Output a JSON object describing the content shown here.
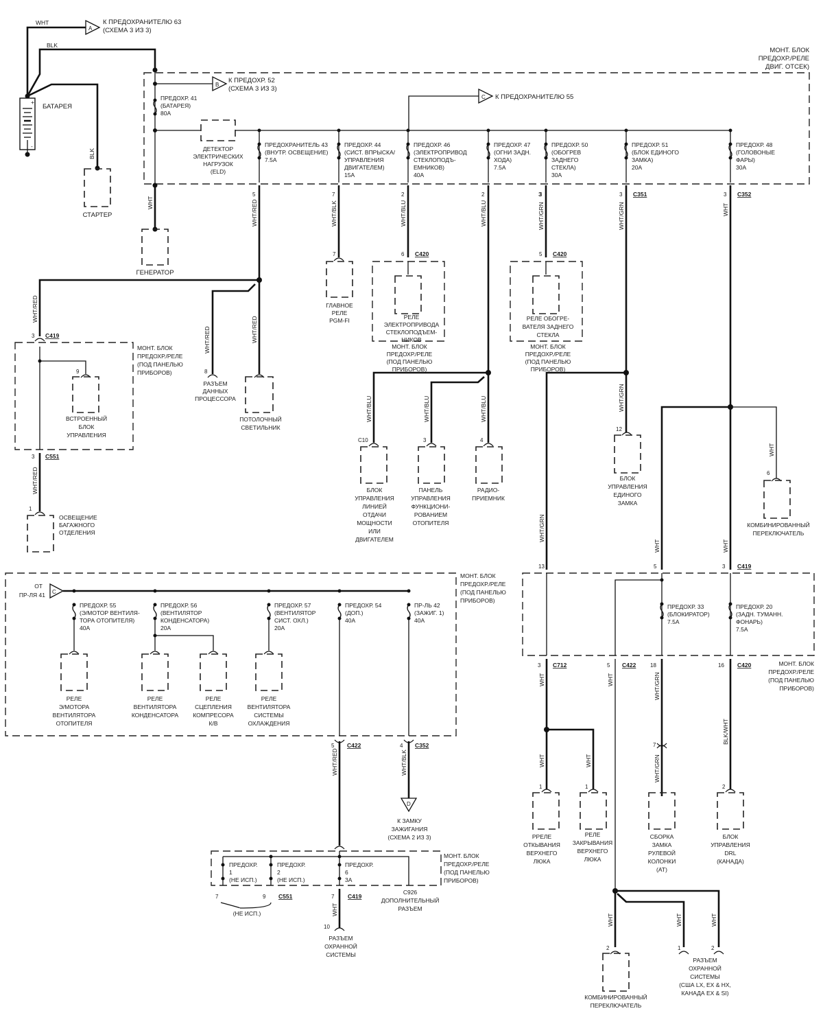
{
  "diagram": {
    "type": "automotive-wiring-schematic",
    "language": "ru"
  },
  "offpage": {
    "A": {
      "letter": "A",
      "line1": "К ПРЕДОХРАНИТЕЛЮ 63",
      "line2": "(СХЕМА 3 ИЗ 3)"
    },
    "B": {
      "letter": "B",
      "line1": "К ПРЕДОХР. 52",
      "line2": "(СХЕМА 3 ИЗ 3)"
    },
    "C_out": {
      "letter": "C",
      "line1": "К ПРЕДОХРАНИТЕЛЮ 55"
    },
    "C_in": {
      "letter": "C",
      "line1": "ОТ",
      "line2": "ПР-ЛЯ 41"
    },
    "D": {
      "letter": "D",
      "line1": "К ЗАМКУ",
      "line2": "ЗАЖИГАНИЯ",
      "line3": "(СХЕМА 2 ИЗ 3)"
    }
  },
  "battery": {
    "label": "БАТАРЕЯ",
    "plus": "+",
    "minus": "-"
  },
  "starter": {
    "label": "СТАРТЕР"
  },
  "generator": {
    "label": "ГЕНЕРАТОР"
  },
  "wire_colors": {
    "wht": "WHT",
    "blk": "BLK",
    "wht_red": "WHT/RED",
    "wht_blk": "WHT/BLK",
    "wht_blu": "WHT/BLU",
    "wht_grn": "WHT/GRN",
    "blk_wht": "BLK/WHT"
  },
  "engine_box": {
    "title": [
      "МОНТ. БЛОК",
      "ПРЕДОХР./РЕЛЕ",
      "ДВИГ. ОТСЕК)"
    ],
    "fuse41": [
      "ПРЕДОХР. 41",
      "(БАТАРЕЯ)",
      "80A"
    ],
    "eld": [
      "ДЕТЕКТОР",
      "ЭЛЕКТРИЧЕСКИХ",
      "НАГРУЗОК",
      "(ELD)"
    ],
    "fuses": [
      {
        "lines": [
          "ПРЕДОХРАНИТЕЛЬ 43",
          "(ВНУТР. ОСВЕЩЕНИЕ)",
          "7.5A"
        ],
        "pin": "5"
      },
      {
        "lines": [
          "ПРЕДОХР. 44",
          "(СИСТ. ВПРЫСКА/",
          "УПРАВЛЕНИЯ",
          "ДВИГАТЕЛЕМ)",
          "15A"
        ],
        "pin": "7"
      },
      {
        "lines": [
          "ПРЕДОХР. 46",
          "(ЭЛЕКТРОПРИВОД",
          "СТЕКЛОПОДЪ-",
          "ЕМНИКОВ)",
          "40A"
        ],
        "pin": "2"
      },
      {
        "lines": [
          "ПРЕДОХР. 47",
          "(ОГНИ ЗАДН.",
          "ХОДА)",
          "7.5A"
        ],
        "pin": "2"
      },
      {
        "lines": [
          "ПРЕДОХР. 50",
          "(ОБОГРЕВ",
          "ЗАДНЕГО",
          "СТЕКЛА)",
          "30A"
        ],
        "pin": "3"
      },
      {
        "lines": [
          "ПРЕДОХР. 51",
          "(БЛОК ЕДИНОГО",
          "ЗАМКА)",
          "20A"
        ],
        "pin": "3",
        "connector": "C351"
      },
      {
        "lines": [
          "ПРЕДОХР. 48",
          "(ГОЛОВОНЫЕ",
          "ФАРЫ)",
          "30A"
        ],
        "pin": "3",
        "connector": "C352"
      }
    ]
  },
  "dash_box_label": [
    "МОНТ. БЛОК",
    "ПРЕДОХР./РЕЛЕ",
    "(ПОД ПАНЕЛЬЮ",
    "ПРИБОРОВ)"
  ],
  "connectors": {
    "c419": "C419",
    "c420": "C420",
    "c551": "C551",
    "c422": "C422",
    "c352": "C352",
    "c712": "C712",
    "c926": "C926",
    "c10": "C10"
  },
  "components": {
    "main_relay": {
      "pin": "7",
      "lines": [
        "ГЛАВНОЕ",
        "РЕЛЕ",
        "PGM-FI"
      ]
    },
    "window_relay": {
      "pin": "6",
      "lines": [
        "РЕЛЕ",
        "ЭЛЕКТРОПРИВОДА",
        "СТЕКЛОПОДЪЕМ-",
        "НИКОВ"
      ]
    },
    "defog_relay": {
      "pin": "5",
      "lines": [
        "РЕЛЕ ОБОГРЕ-",
        "ВАТЕЛЯ ЗАДНЕГО",
        "СТЕКЛА"
      ]
    },
    "integrated_unit": {
      "pin": "9",
      "lines": [
        "ВСТРОЕННЫЙ",
        "БЛОК",
        "УПРАВЛЕНИЯ"
      ]
    },
    "data_link": {
      "pin": "8",
      "lines": [
        "РАЗЪЕМ",
        "ДАННЫХ",
        "ПРОЦЕССОРА"
      ]
    },
    "ceiling_light": {
      "lines": [
        "ПОТОЛОЧНЫЙ",
        "СВЕТИЛЬНИК"
      ]
    },
    "trunk_light": {
      "pin": "1",
      "lines": [
        "ОСВЕЩЕНИЕ",
        "БАГАЖНОГО",
        "ОТДЕЛЕНИЯ"
      ]
    },
    "pcm": {
      "lines": [
        "БЛОК",
        "УПРАВЛЕНИЯ",
        "ЛИНИЕЙ",
        "ОТДАЧИ",
        "МОЩНОСТИ",
        "ИЛИ",
        "ДВИГАТЕЛЕМ"
      ]
    },
    "heater_panel": {
      "pin": "3",
      "lines": [
        "ПАНЕЛЬ",
        "УПРАВЛЕНИЯ",
        "ФУНКЦИОНИ-",
        "РОВАНИЕМ",
        "ОТОПИТЕЛЯ"
      ]
    },
    "radio": {
      "pin": "4",
      "lines": [
        "РАДИО-",
        "ПРИЕМНИК"
      ]
    },
    "lock_unit": {
      "pin": "12",
      "lines": [
        "БЛОК",
        "УПРАВЛЕНИЯ",
        "ЕДИНОГО",
        "ЗАМКА"
      ]
    },
    "combo_switch_1": {
      "pin": "6",
      "lines": [
        "КОМБИНИРОВАННЫЙ",
        "ПЕРЕКЛЮЧАТЕЛЬ"
      ]
    },
    "sunroof_open": {
      "pin": "1",
      "lines": [
        "РРЕЛЕ",
        "ОТКЫВАНИЯ",
        "ВЕРХНЕГО",
        "ЛЮКА"
      ]
    },
    "sunroof_close": {
      "pin": "1",
      "lines": [
        "РЕЛЕ",
        "ЗАКРЫВАНИЯ",
        "ВЕРХНЕГО",
        "ЛЮКА"
      ]
    },
    "steering_lock": {
      "pin": "7",
      "lines": [
        "СБОРКА",
        "ЗАМКА",
        "РУЛЕВОЙ",
        "КОЛОНКИ",
        "(AT)"
      ]
    },
    "drl_unit": {
      "pin": "2",
      "lines": [
        "БЛОК",
        "УПРАВЛЕНИЯ",
        "DRL",
        "(КАНАДА)"
      ]
    },
    "combo_switch_2": {
      "pin": "2",
      "lines": [
        "КОМБИНИРОВАННЫЙ",
        "ПЕРЕКЛЮЧАТЕЛЬ"
      ]
    },
    "security_conn_2": {
      "pins": [
        "1",
        "2"
      ],
      "lines": [
        "РАЗЪЕМ",
        "ОХРАННОЙ",
        "СИСТЕМЫ",
        "(США LX, EX & HX,",
        "КАНАДА EX & SI)"
      ]
    },
    "security_conn_1": {
      "pin": "10",
      "lines": [
        "РАЗЪЕМ",
        "ОХРАННОЙ",
        "СИСТЕМЫ"
      ]
    },
    "aux_conn": {
      "lines": [
        "C926",
        "ДОПОЛНИТЕЛЬНЫЙ",
        "РАЗЪЕМ"
      ]
    }
  },
  "dash_box_right": {
    "pins_top": [
      "13",
      "5",
      "3"
    ],
    "pins_bottom": [
      "3",
      "5",
      "18",
      "16"
    ],
    "fuse33": [
      "ПРЕДОХР. 33",
      "(БЛОКИРАТОР)",
      "7.5A"
    ],
    "fuse20": [
      "ПРЕДОХР. 20",
      "(ЗАДН. ТУМАНН.",
      "ФОНАРЬ)",
      "7.5A"
    ]
  },
  "fan_box": {
    "fuses": [
      {
        "lines": [
          "ПРЕДОХР. 55",
          "(Э/МОТОР ВЕНТИЛЯ-",
          "ТОРА ОТОПИТЕЛЯ)",
          "40A"
        ]
      },
      {
        "lines": [
          "ПРЕДОХР. 56",
          "(ВЕНТИЛЯТОР",
          "КОНДЕНСАТОРА)",
          "20A"
        ]
      },
      {
        "lines": [
          "ПРЕДОХР. 57",
          "(ВЕНТИЛЯТОР",
          "СИСТ. ОХЛ.)",
          "20A"
        ]
      },
      {
        "lines": [
          "ПРЕДОХР. 54",
          "(ДОП.)",
          "40A"
        ]
      },
      {
        "lines": [
          "ПР-ЛЬ 42",
          "(ЗАЖИГ. 1)",
          "40A"
        ]
      }
    ],
    "relays": [
      {
        "lines": [
          "РЕЛЕ",
          "Э/МОТОРА",
          "ВЕНТИЛЯТОРА",
          "ОТОПИТЕЛЯ"
        ]
      },
      {
        "lines": [
          "РЕЛЕ",
          "ВЕНТИЛЯТОРА",
          "КОНДЕНСАТОРА"
        ]
      },
      {
        "lines": [
          "РЕЛЕ",
          "СЦЕПЛЕНИЯ",
          "КОМПРЕСОРА",
          "К/В"
        ]
      },
      {
        "lines": [
          "РЕЛЕ",
          "ВЕНТИЛЯТОРА",
          "СИСТЕМЫ",
          "ОХЛАЖДЕНИЯ"
        ]
      }
    ],
    "pins": [
      "5",
      "4"
    ]
  },
  "small_box": {
    "fuse1": [
      "ПРЕДОХР.",
      "1",
      "(НЕ ИСП.)"
    ],
    "fuse2": [
      "ПРЕДОХР.",
      "2",
      "(НЕ ИСП.)"
    ],
    "fuse6": [
      "ПРЕДОХР.",
      "6",
      "3A"
    ],
    "pins": [
      "7",
      "9",
      "7"
    ],
    "not_used": "(НЕ ИСП.)"
  }
}
